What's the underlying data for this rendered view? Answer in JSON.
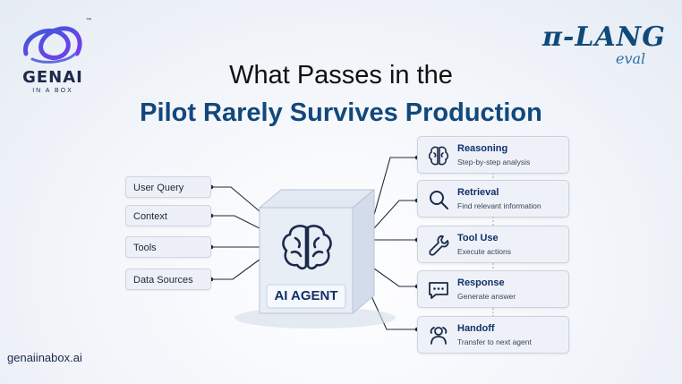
{
  "brand_left": {
    "name": "GENAI",
    "tagline": "IN A BOX",
    "tm": "™"
  },
  "brand_right": {
    "name": "π-LANG",
    "sub": "eval"
  },
  "title": {
    "line1": "What Passes in the",
    "line2": "Pilot Rarely Survives Production"
  },
  "inputs": [
    "User Query",
    "Context",
    "Tools",
    "Data Sources"
  ],
  "agent": {
    "label": "AI AGENT"
  },
  "steps": [
    {
      "title": "Reasoning",
      "desc": "Step-by-step analysis",
      "icon": "brain-icon"
    },
    {
      "title": "Retrieval",
      "desc": "Find relevant information",
      "icon": "magnifier-icon"
    },
    {
      "title": "Tool Use",
      "desc": "Execute actions",
      "icon": "wrench-icon"
    },
    {
      "title": "Response",
      "desc": "Generate answer",
      "icon": "chat-icon"
    },
    {
      "title": "Handoff",
      "desc": "Transfer to next agent",
      "icon": "handoff-icon"
    }
  ],
  "website": "genaiinabox.ai",
  "colors": {
    "navy": "#12487c",
    "box": "#eef2f8",
    "border": "#cad3e0",
    "line": "#1f2a3c"
  }
}
